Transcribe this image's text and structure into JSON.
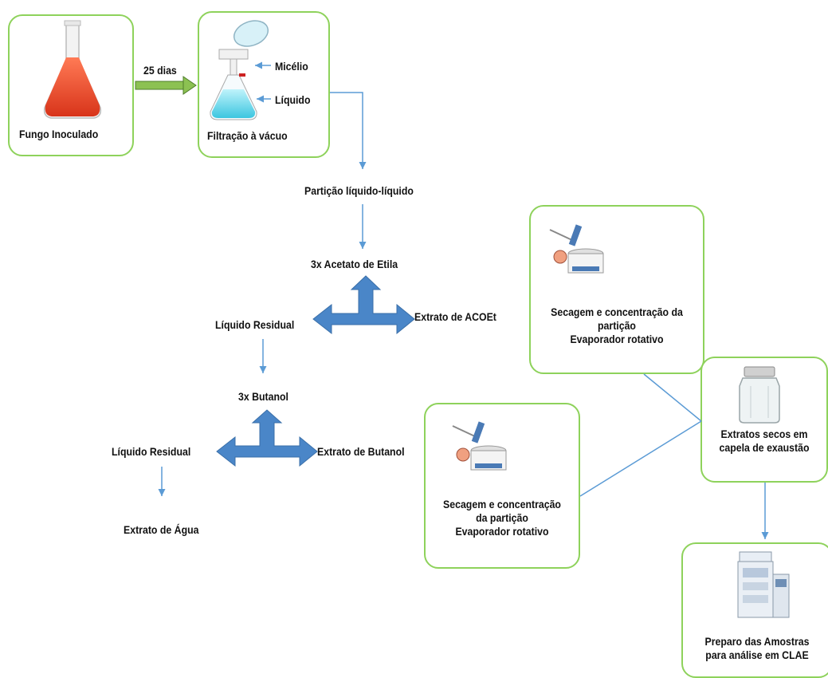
{
  "colors": {
    "box_border": "#8ed25b",
    "flow_arrow": "#5b9bd5",
    "big_arrow": "#4a86c8",
    "green_arrow": "#70ad47",
    "text": "#111111"
  },
  "nodes": {
    "fungo": {
      "label": "Fungo Inoculado",
      "icon": "erlenmeyer-flask-icon"
    },
    "dias": {
      "label": "25 dias"
    },
    "filtracao": {
      "label": "Filtração  à vácuo",
      "icon": "vacuum-filtration-icon",
      "micelio": "Micélio",
      "liquido": "Líquido"
    },
    "particao": {
      "label": "Partição  líquido-líquido"
    },
    "acetato": {
      "label": "3x  Acetato  de  Etila"
    },
    "liquido_residual_1": {
      "label": "Líquido Residual"
    },
    "extrato_acoet": {
      "label": "Extrato  de ACOEt"
    },
    "butanol": {
      "label": "3x  Butanol"
    },
    "liquido_residual_2": {
      "label": "Líquido Residual"
    },
    "extrato_butanol": {
      "label": "Extrato  de Butanol"
    },
    "extrato_agua": {
      "label": "Extrato de Água"
    },
    "secagem_1": {
      "line1": "Secagem  e  concentração  da",
      "line2": "partição",
      "line3": "Evaporador rotativo",
      "icon": "rotary-evaporator-icon"
    },
    "secagem_2": {
      "line1": "Secagem  e  concentração",
      "line2": "da partição",
      "line3": "Evaporador rotativo",
      "icon": "rotary-evaporator-icon"
    },
    "extratos_secos": {
      "line1": "Extratos  secos  em",
      "line2": "capela  de  exaustão",
      "icon": "glass-jar-icon"
    },
    "preparo": {
      "line1": "Preparo das Amostras",
      "line2": "para análise  em  CLAE",
      "icon": "hplc-instrument-icon"
    }
  }
}
